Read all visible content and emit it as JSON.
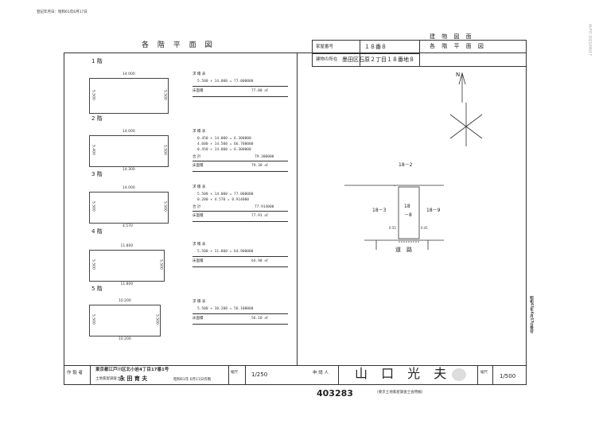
{
  "header": {
    "registration_date": "登記年月日：昭和61年6月17日",
    "side_stamp": "AUTO 2021/06/17"
  },
  "title": {
    "plans_label": "各 階 平 面 図",
    "house_number_label": "家屋番号",
    "house_number": "１８番８",
    "location_label": "建物の所在",
    "location": "墨田区石原２丁目１８番地８",
    "building_title": "建 物 図 面",
    "plans_title": "各 階 平 面 図"
  },
  "floors": [
    {
      "label": "1 階",
      "dims": {
        "top": "14.000",
        "bottom": "",
        "left": "5.500",
        "right": "5.500"
      },
      "calc_title": "求 積 表",
      "calc_lines": [
        "5.500 × 14.000 = 77.000000"
      ],
      "total_label": "",
      "total": "",
      "area_label": "床面積",
      "area": "77.00 ㎡"
    },
    {
      "label": "2 階",
      "dims": {
        "top": "14.000",
        "bottom": "14.300",
        "left": "5.400",
        "right": "5.500"
      },
      "calc_title": "求 積 表",
      "calc_lines": [
        "0.450 × 14.000 = 6.300000",
        "4.600 × 14.500 = 66.700000",
        "0.450 × 14.000 = 6.300000"
      ],
      "total_label": "合 計",
      "total": "79.300000",
      "area_label": "床面積",
      "area": "79.30 ㎡"
    },
    {
      "label": "3 階",
      "dims": {
        "top": "14.000",
        "bottom": "4.570",
        "left": "5.500",
        "right": "5.500"
      },
      "calc_title": "求 積 表",
      "calc_lines": [
        "5.500 × 14.000 = 77.000000",
        "0.200 × 4.570 = 0.914000"
      ],
      "total_label": "合 計",
      "total": "77.914000",
      "area_label": "床面積",
      "area": "77.91 ㎡"
    },
    {
      "label": "4 階",
      "dims": {
        "top": "11.800",
        "bottom": "11.800",
        "left": "5.500",
        "right": "5.500"
      },
      "calc_title": "求 積 表",
      "calc_lines": [
        "5.500 × 11.800 = 64.900000"
      ],
      "total_label": "",
      "total": "",
      "area_label": "床面積",
      "area": "64.90 ㎡"
    },
    {
      "label": "5 階",
      "dims": {
        "top": "10.200",
        "bottom": "10.200",
        "left": "5.500",
        "right": "5.500"
      },
      "calc_title": "求 積 表",
      "calc_lines": [
        "5.500 × 10.200 = 56.100000"
      ],
      "total_label": "",
      "total": "",
      "area_label": "床面積",
      "area": "56.10 ㎡"
    }
  ],
  "map": {
    "north": "N",
    "lot_top": "18－2",
    "lot_left": "18－3",
    "lot_center_1": "18",
    "lot_center_2": "－8",
    "lot_right": "18－9",
    "road": "道　路",
    "dim_left": "0.55",
    "dim_right": "0.41"
  },
  "footer": {
    "author_label": "作 製 者",
    "address": "東京都江戸川区北小岩4丁目17番1号",
    "surveyor_label": "土地家屋調査士",
    "surveyor_name": "永 田 育 夫",
    "date_line": "昭和61年 6月11日作製",
    "scale_label": "縮尺",
    "scale_left": "1/250",
    "applicant_label": "申 請 人",
    "applicant_name": "山 口 光 夫",
    "scale_right": "1/500",
    "doc_number": "403283",
    "association": "(東京土地家屋調査士会用紙)",
    "side_stamp": "昭和61年6月17日受付"
  }
}
